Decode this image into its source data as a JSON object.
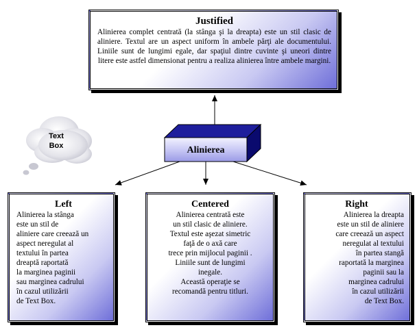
{
  "justified": {
    "title": "Justified",
    "text": "Alinierea complet centrată (la stânga şi la dreapta) este un stil clasic de aliniere. Textul are un aspect uniform în ambele părţi ale documentului. Liniile sunt de lungimi egale, dar spaţiul dintre cuvinte şi uneori dintre litere este astfel dimensionat pentru a realiza alinierea între ambele margini."
  },
  "center_block": {
    "label": "Alinierea"
  },
  "cloud": {
    "line1": "Text",
    "line2": "Box"
  },
  "left": {
    "title": "Left",
    "text": "Alinierea la stânga\neste un stil de\naliniere care creează un\naspect neregulat al\ntextului în partea\ndreaptă raportată\nla marginea paginii\nsau marginea cadrului\nîn cazul utilizării\nde Text Box."
  },
  "centered": {
    "title": "Centered",
    "text": "Alinierea centrată este\nun stil clasic de aliniere.\nTextul este aşezat simetric\nfaţă de o axă care\ntrece prin mijlocul paginii .\nLiniile sunt de lungimi\ninegale.\nAceastă operaţie se\nrecomandă pentru titluri."
  },
  "right": {
    "title": "Right",
    "text": "Alinierea la dreapta\neste un stil de aliniere\ncare creează un aspect\nneregulat al textului\nîn partea stangă\nraportată la marginea\npaginii sau la\nmarginea cadrului\nîn cazul utilizării\nde Text Box."
  },
  "colors": {
    "box_gradient_end": "#6f6fd9",
    "block_front": "#c9c9f5",
    "block_top": "#1e1e9c",
    "block_side": "#0a0a6e",
    "cloud_fill": "#d8d8e0"
  }
}
